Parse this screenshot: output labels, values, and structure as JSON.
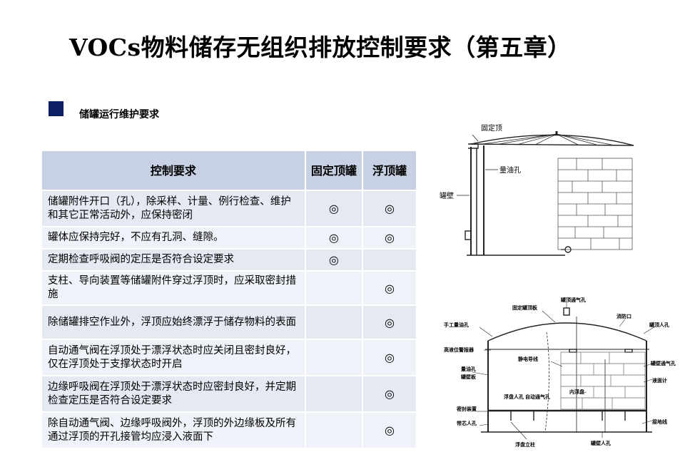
{
  "title_en": "VOCs",
  "title_cn": "物料储存无组织排放控制要求（第五章）",
  "subtitle": "储罐运行维护要求",
  "table": {
    "headers": [
      "控制要求",
      "固定顶罐",
      "浮顶罐"
    ],
    "rows": [
      {
        "text": "储罐附件开口（孔），除采样、计量、例行检查、维护和其它正常活动外，应保持密闭",
        "fixed": "◎",
        "floating": "◎"
      },
      {
        "text": "罐体应保持完好，不应有孔洞、缝隙。",
        "fixed": "◎",
        "floating": "◎"
      },
      {
        "text": "定期检查呼吸阀的定压是否符合设定要求",
        "fixed": "◎",
        "floating": ""
      },
      {
        "text": "支柱、导向装置等储罐附件穿过浮顶时，应采取密封措施",
        "fixed": "",
        "floating": "◎"
      },
      {
        "text": "除储罐排空作业外，浮顶应始终漂浮于储存物料的表面",
        "fixed": "",
        "floating": "◎"
      },
      {
        "text": "自动通气阀在浮顶处于漂浮状态时应关闭且密封良好，仅在浮顶处于支撑状态时开启",
        "fixed": "",
        "floating": "◎"
      },
      {
        "text": "边缘呼吸阀在浮顶处于漂浮状态时应密封良好，并定期检查定压是否符合设定要求",
        "fixed": "",
        "floating": "◎"
      },
      {
        "text": "除自动通气阀、边缘呼吸阀外，浮顶的外边缘板及所有通过浮顶的开孔接管均应浸入液面下",
        "fixed": "",
        "floating": "◎"
      }
    ]
  },
  "diagram1": {
    "labels": {
      "roof": "固定顶",
      "gauge": "量油孔",
      "wall": "罐壁"
    }
  },
  "diagram2": {
    "labels": {
      "vent": "罐顶通气孔",
      "fixed_roof_plate": "固定罐顶板",
      "fire_port": "消防口",
      "roof_manhole": "罐顶人孔",
      "hand_gauge": "手工量油孔",
      "high_alarm": "高液位警报器",
      "static_wire": "静电导线",
      "annular_vent": "罐壁通气孔",
      "gauge_hole": "量油孔",
      "tank_wall": "罐壁板",
      "level_meter": "液面计",
      "float_manhole": "浮盘人孔",
      "auto_vent": "自动通气孔",
      "inner_float": "内浮盘",
      "seal": "密封装置",
      "guide_manhole": "带芯人孔",
      "ground": "接地线",
      "leg": "浮盘立柱",
      "wall_manhole": "罐壁人孔"
    }
  }
}
